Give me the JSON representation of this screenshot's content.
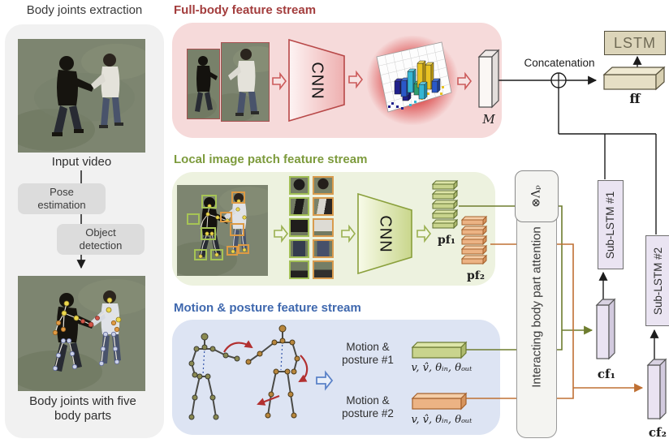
{
  "fig": {
    "left": {
      "title": "Body joints extraction",
      "input_caption": "Input video",
      "pose": "Pose\nestimation",
      "object": "Object\ndetection",
      "bottom_caption": "Body joints with five\nbody parts"
    },
    "fb": {
      "title": "Full-body feature stream",
      "cnn": "CNN",
      "m": "M"
    },
    "lo": {
      "title": "Local image patch feature stream",
      "cnn": "CNN",
      "pf1": "pf₁",
      "pf2": "pf₂"
    },
    "mo": {
      "title": "Motion & posture feature stream",
      "mp1": "Motion &\nposture #1",
      "mp2": "Motion &\nposture #2",
      "feat1": "v, v̂, θᵢₙ, θₒᵤₜ",
      "feat2": "v, v̂, θᵢₙ, θₒᵤₜ"
    },
    "att": {
      "op": "⊗Λₚ",
      "label": "Interacting body part attention"
    },
    "out": {
      "concat": "Concatenation",
      "lstm": "LSTM",
      "ff": "ff",
      "s1": "Sub-LSTM #1",
      "s2": "Sub-LSTM #2",
      "cf1": "cf₁",
      "cf2": "cf₂"
    },
    "colors": {
      "fullbody_accent": "#a33d3d",
      "local_accent": "#7d9b3d",
      "motion_accent": "#3f68ae",
      "green_wire": "#6e7d2f",
      "orange_wire": "#bf7033"
    }
  }
}
